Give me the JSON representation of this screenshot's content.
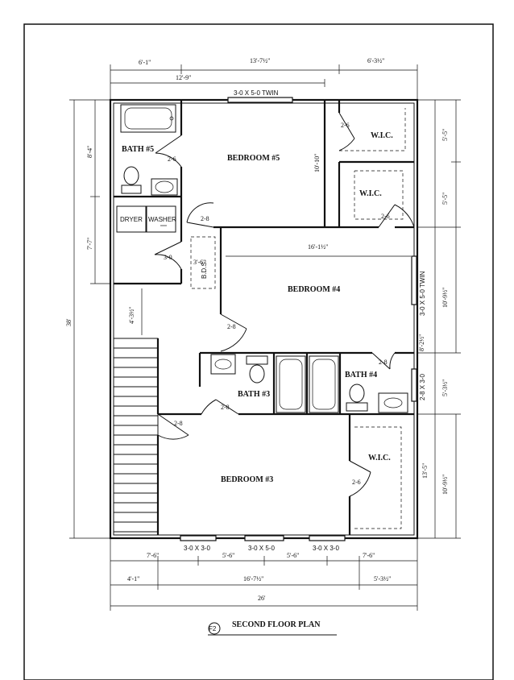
{
  "plan_title": "SECOND FLOOR PLAN",
  "plan_tag": "F2",
  "rooms": {
    "bedroom5": "BEDROOM #5",
    "bedroom4": "BEDROOM #4",
    "bedroom3": "BEDROOM #3",
    "bath5": "BATH #5",
    "bath4": "BATH #4",
    "bath3": "BATH #3",
    "wic1": "W.I.C.",
    "wic2": "W.I.C.",
    "wic3": "W.I.C."
  },
  "appliances": {
    "dryer": "DRYER",
    "washer": "WASHER",
    "bds": "B.D.S."
  },
  "windows": {
    "top": "3-0 X 5-0 TWIN",
    "right_upper": "3-0 X 5-0 TWIN",
    "right_lower": "2-8 X 3-0",
    "bottom_left": "3-0 X 3-0",
    "bottom_mid": "3-0 X 5-0",
    "bottom_right": "3-0 X 3-0"
  },
  "doors": {
    "bath5": "2-6",
    "wic_top": "2-6",
    "wic_mid": "2-6",
    "bedroom5": "2-8",
    "laundry": "3-0",
    "bedroom4": "2-8",
    "bath4": "2-8",
    "bath3": "2-8",
    "bedroom3": "2-8",
    "wic_low": "2-6"
  },
  "interior_dims": {
    "b5_depth": "10'-10\"",
    "b4_width": "16'-1½\"",
    "bds_width": "3'-6\"",
    "stair_gap": "4'-3½\"",
    "bath4_gap": "8'-2½\""
  },
  "top_dims": {
    "a": "6'-1\"",
    "b": "13'-7½\"",
    "c": "6'-3½\"",
    "d": "12'-9\""
  },
  "left_dims": {
    "a": "8'-4\"",
    "b": "7'-7\"",
    "total": "38'"
  },
  "right_dims": {
    "a": "5'-5\"",
    "b": "5'-5\"",
    "c": "10'-9½\"",
    "d": "5'-3½\"",
    "e": "13'-5\"",
    "f": "10'-9½\""
  },
  "bottom_dims": {
    "a": "7'-6\"",
    "b": "5'-6\"",
    "c": "5'-6\"",
    "d": "7'-6\"",
    "e": "4'-1\"",
    "f": "16'-7½\"",
    "g": "5'-3½\"",
    "total": "26'"
  }
}
